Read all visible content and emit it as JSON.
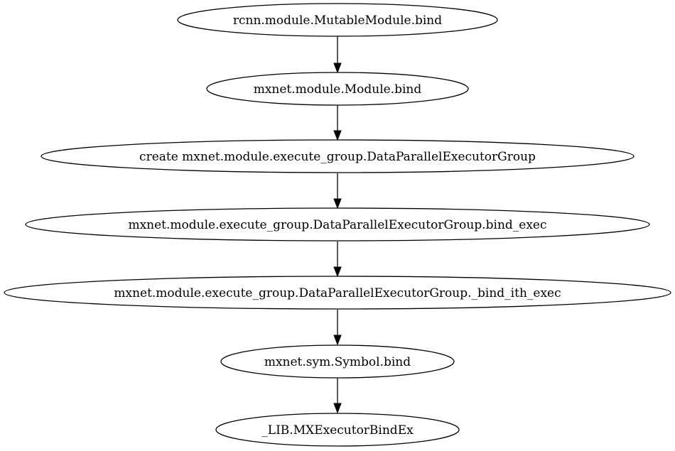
{
  "nodes": [
    {
      "id": "n1",
      "label": "rcnn.module.MutableModule.bind"
    },
    {
      "id": "n2",
      "label": "mxnet.module.Module.bind"
    },
    {
      "id": "n3",
      "label": "create mxnet.module.execute_group.DataParallelExecutorGroup"
    },
    {
      "id": "n4",
      "label": "mxnet.module.execute_group.DataParallelExecutorGroup.bind_exec"
    },
    {
      "id": "n5",
      "label": "mxnet.module.execute_group.DataParallelExecutorGroup._bind_ith_exec"
    },
    {
      "id": "n6",
      "label": "mxnet.sym.Symbol.bind"
    },
    {
      "id": "n7",
      "label": "_LIB.MXExecutorBindEx"
    }
  ],
  "edges": [
    {
      "from": "n1",
      "to": "n2"
    },
    {
      "from": "n2",
      "to": "n3"
    },
    {
      "from": "n3",
      "to": "n4"
    },
    {
      "from": "n4",
      "to": "n5"
    },
    {
      "from": "n5",
      "to": "n6"
    },
    {
      "from": "n6",
      "to": "n7"
    }
  ]
}
